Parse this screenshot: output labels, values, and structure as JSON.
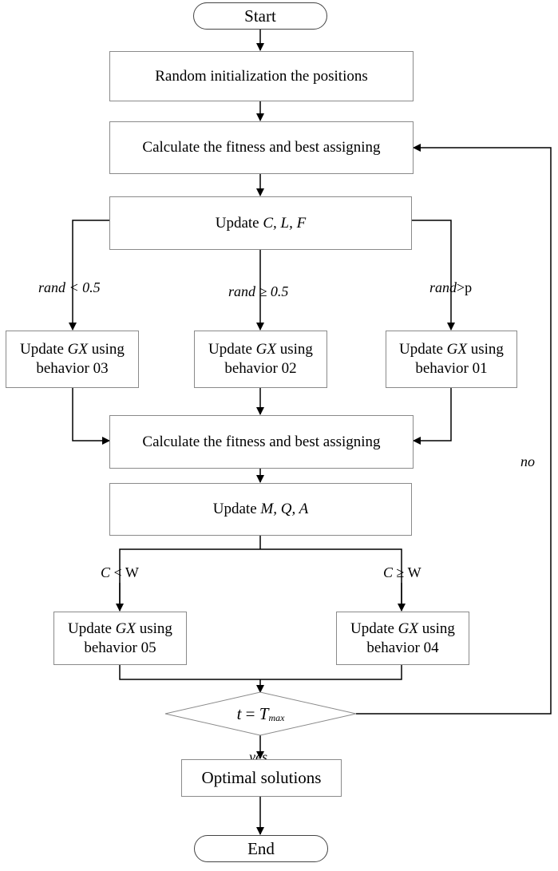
{
  "start": "Start",
  "init": "Random initialization the positions",
  "fitness1": "Calculate the fitness and best assigning",
  "update_clf": {
    "prefix": "Update ",
    "vars": "C, L, F"
  },
  "branches_top": {
    "left": {
      "var": "rand",
      "rest": " < 0.5"
    },
    "mid": {
      "var": "rand",
      "rest": " ≥ 0.5"
    },
    "right": {
      "var": "rand",
      "rest": ">p"
    }
  },
  "behavior03": {
    "pre": "Update ",
    "gx": "GX",
    "post": " using",
    "line2": "behavior 03"
  },
  "behavior02": {
    "pre": "Update ",
    "gx": "GX",
    "post": " using",
    "line2": "behavior 02"
  },
  "behavior01": {
    "pre": "Update ",
    "gx": "GX",
    "post": " using",
    "line2": "behavior 01"
  },
  "fitness2": "Calculate the fitness and best assigning",
  "update_mqa": {
    "prefix": "Update ",
    "vars": "M, Q, A"
  },
  "branches_bottom": {
    "left": {
      "var": "C",
      "rest": " < W"
    },
    "right": {
      "var": "C",
      "rest": " ≥ W"
    }
  },
  "behavior05": {
    "pre": "Update ",
    "gx": "GX",
    "post": " using",
    "line2": "behavior 05"
  },
  "behavior04": {
    "pre": "Update ",
    "gx": "GX",
    "post": " using",
    "line2": "behavior 04"
  },
  "condition": {
    "t": "t",
    "eq": " = ",
    "T": "T",
    "sub": "max"
  },
  "yes": "yes",
  "no": "no",
  "optimal": "Optimal solutions",
  "end": "End"
}
